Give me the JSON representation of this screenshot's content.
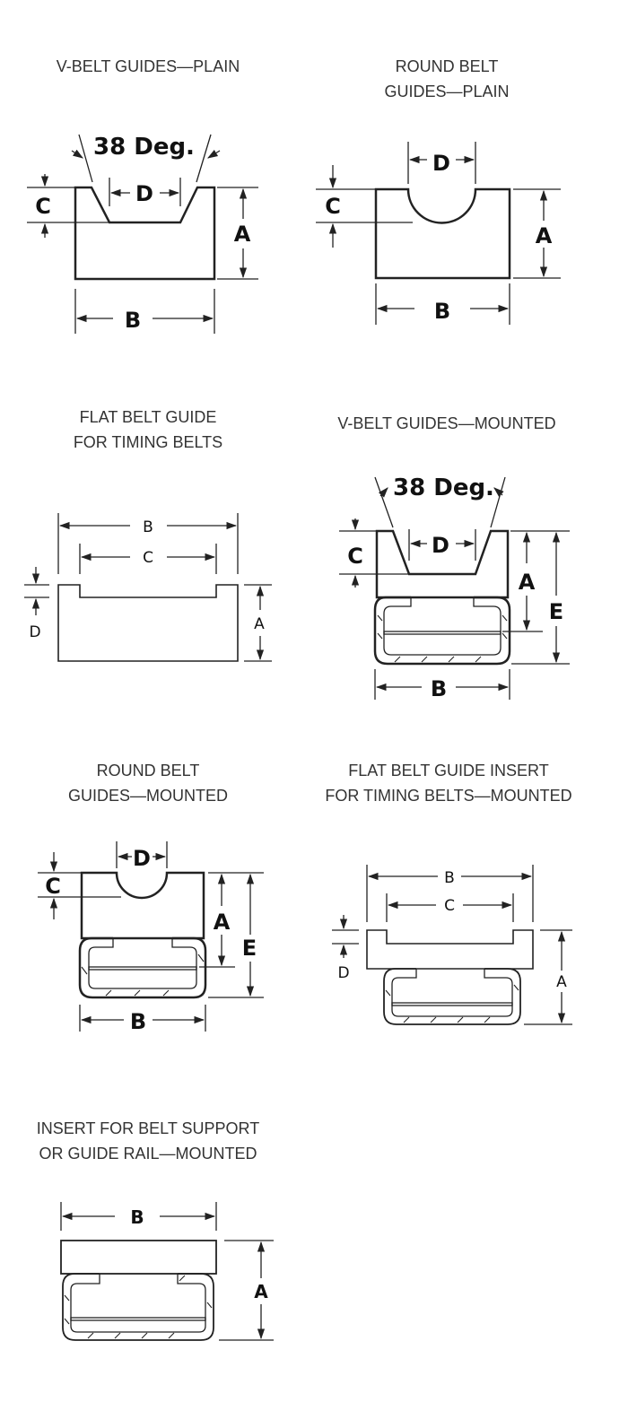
{
  "figures": [
    {
      "id": "v-belt-plain",
      "title": "V-BELT GUIDES—PLAIN",
      "angle": "38  Deg.",
      "labels": {
        "A": "A",
        "B": "B",
        "C": "C",
        "D": "D"
      }
    },
    {
      "id": "round-belt-plain",
      "title": "ROUND BELT\nGUIDES—PLAIN",
      "labels": {
        "A": "A",
        "B": "B",
        "C": "C",
        "D": "D"
      }
    },
    {
      "id": "flat-belt-timing",
      "title": "FLAT BELT GUIDE\nFOR TIMING BELTS",
      "labels": {
        "A": "A",
        "B": "B",
        "C": "C",
        "D": "D"
      }
    },
    {
      "id": "v-belt-mounted",
      "title": "V-BELT GUIDES—MOUNTED",
      "angle": "38  Deg.",
      "labels": {
        "A": "A",
        "B": "B",
        "C": "C",
        "D": "D",
        "E": "E"
      }
    },
    {
      "id": "round-belt-mounted",
      "title": "ROUND BELT\nGUIDES—MOUNTED",
      "labels": {
        "A": "A",
        "B": "B",
        "C": "C",
        "D": "D",
        "E": "E"
      }
    },
    {
      "id": "flat-insert-mounted",
      "title": "FLAT BELT GUIDE INSERT\nFOR TIMING BELTS—MOUNTED",
      "labels": {
        "A": "A",
        "B": "B",
        "C": "C",
        "D": "D"
      }
    },
    {
      "id": "insert-support-mounted",
      "title": "INSERT FOR BELT SUPPORT\nOR GUIDE RAIL—MOUNTED",
      "labels": {
        "A": "A",
        "B": "B"
      }
    }
  ]
}
